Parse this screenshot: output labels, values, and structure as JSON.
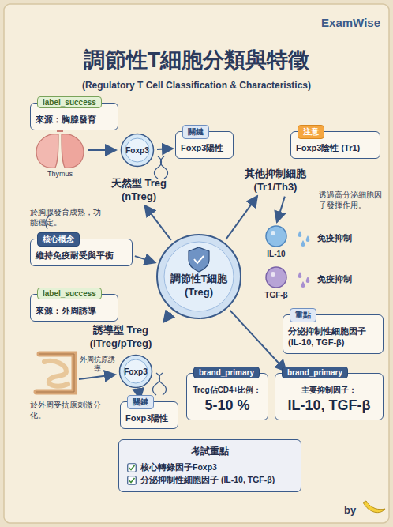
{
  "diagram": {
    "title": "調節性T細胞分類與特徵",
    "nodes": [
      {
        "text": [
          "label_success",
          "來源：胸腺發育"
        ]
      },
      {
        "text": [
          "Foxp3"
        ]
      },
      {
        "text": [
          "關鍵",
          "Foxp3陽性"
        ]
      },
      {
        "text": [
          "天然型 Treg (nTreg)"
        ]
      },
      {
        "text": [
          "注意",
          "Foxp3陰性 (Tr1)"
        ]
      },
      {
        "text": [
          "其他抑制細胞 (Tr1/Th3)"
        ]
      },
      {
        "text": [
          "核心概念",
          "維持免疫耐受與平衡"
        ]
      },
      {
        "text": [
          "調節性T細胞 (Treg)"
        ]
      },
      {
        "text": [
          "IL-10"
        ]
      },
      {
        "text": [
          "TGF-β"
        ]
      },
      {
        "text": [
          "重點",
          "分泌抑制性細胞因子 (IL-10, TGF-β)"
        ]
      },
      {
        "text": [
          "label_success",
          "來源：外周誘導"
        ]
      },
      {
        "text": [
          "誘導型 Treg (iTreg/pTreg)"
        ]
      },
      {
        "text": [
          "Foxp3"
        ]
      },
      {
        "text": [
          "關鍵",
          "Foxp3陽性"
        ]
      },
      {
        "text": [
          "brand_primary",
          "Treg佔CD4+比例：",
          "5-10 %"
        ]
      },
      {
        "text": [
          "brand_primary",
          "主要抑制因子：",
          "IL-10, TGF-β"
        ]
      },
      {
        "text": [
          "考試重點",
          "核心轉錄因子Foxp3",
          "分泌抑制性細胞因子 (IL-10, TGF-β)"
        ]
      }
    ],
    "edges": [
      {
        "from": 7,
        "to": 3,
        "arrow": "to"
      },
      {
        "from": 7,
        "to": 5,
        "arrow": "to"
      },
      {
        "from": 6,
        "to": 7,
        "arrow": "to"
      },
      {
        "from": 7,
        "to": 12,
        "arrow": "to"
      },
      {
        "from": 7,
        "to": 16,
        "arrow": "to"
      },
      {
        "from": 1,
        "to": 2,
        "arrow": "to"
      },
      {
        "from": 5,
        "to": 8,
        "arrow": "to"
      },
      {
        "from": 13,
        "to": 14,
        "arrow": "to"
      }
    ],
    "labels": [
      "ExamWise",
      "(Regulatory T Cell Classification & Characteristics)",
      "Thymus",
      "於胸腺發育成熟，功能穩定。",
      "透過高分泌細胞因子發揮作用。",
      "免疫抑制",
      "免疫抑制",
      "外周抗原誘導",
      "於外周受抗原刺激分化。",
      "by"
    ]
  }
}
